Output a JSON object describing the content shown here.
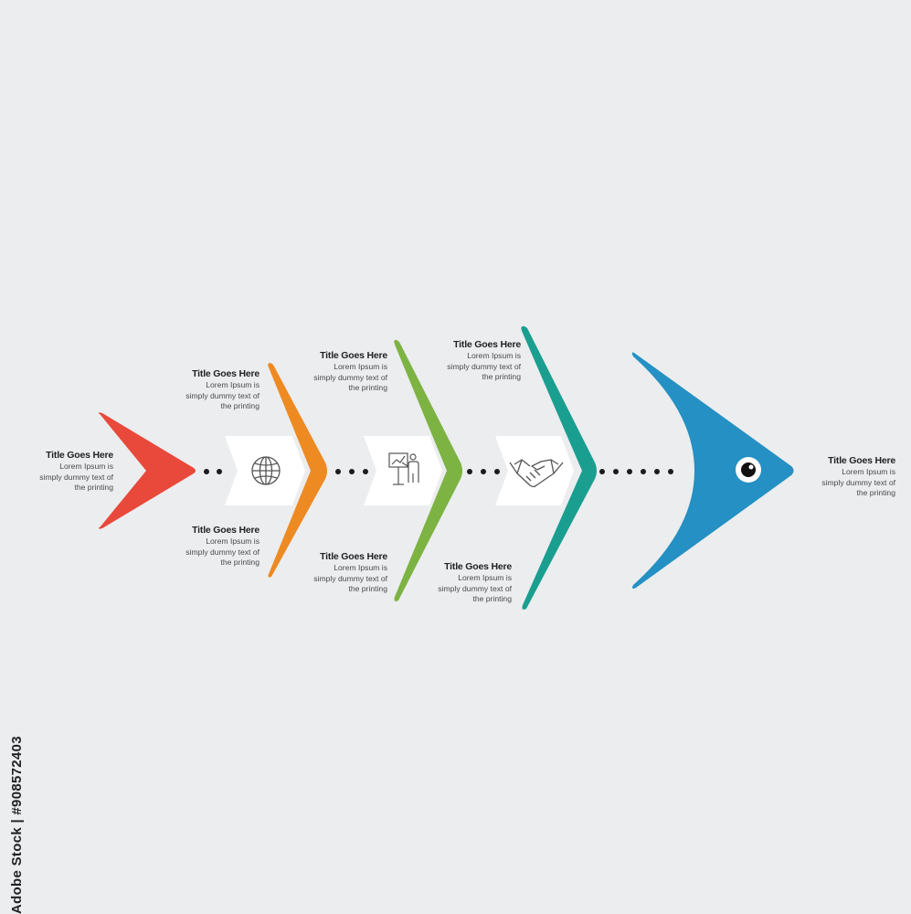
{
  "colors": {
    "background": "#ebedef",
    "tail": "#e8493b",
    "bone1": "#ee8a22",
    "bone2": "#7cb342",
    "bone3": "#1a9e8f",
    "head": "#2490c3",
    "spine_dots": "#1b1b1b",
    "chevron_box": "#ffffff"
  },
  "icons": [
    "globe-icon",
    "presentation-icon",
    "handshake-icon"
  ],
  "labels": {
    "tail": {
      "title": "Title Goes Here",
      "lines": [
        "Lorem Ipsum is",
        "simply dummy text of",
        "the printing"
      ]
    },
    "bone1_top": {
      "title": "Title Goes Here",
      "lines": [
        "Lorem Ipsum is",
        "simply dummy text of",
        "the printing"
      ]
    },
    "bone1_bottom": {
      "title": "Title Goes Here",
      "lines": [
        "Lorem Ipsum is",
        "simply dummy text of",
        "the printing"
      ]
    },
    "bone2_top": {
      "title": "Title Goes Here",
      "lines": [
        "Lorem Ipsum is",
        "simply dummy text of",
        "the printing"
      ]
    },
    "bone2_bottom": {
      "title": "Title Goes Here",
      "lines": [
        "Lorem Ipsum is",
        "simply dummy text of",
        "the printing"
      ]
    },
    "bone3_top": {
      "title": "Title Goes Here",
      "lines": [
        "Lorem Ipsum is",
        "simply dummy text of",
        "the printing"
      ]
    },
    "bone3_bottom": {
      "title": "Title Goes Here",
      "lines": [
        "Lorem Ipsum is",
        "simply dummy text of",
        "the printing"
      ]
    },
    "head": {
      "title": "Title Goes Here",
      "lines": [
        "Lorem Ipsum is",
        "simply dummy text of",
        "the printing"
      ]
    }
  },
  "watermark": "Adobe Stock | #908572403"
}
